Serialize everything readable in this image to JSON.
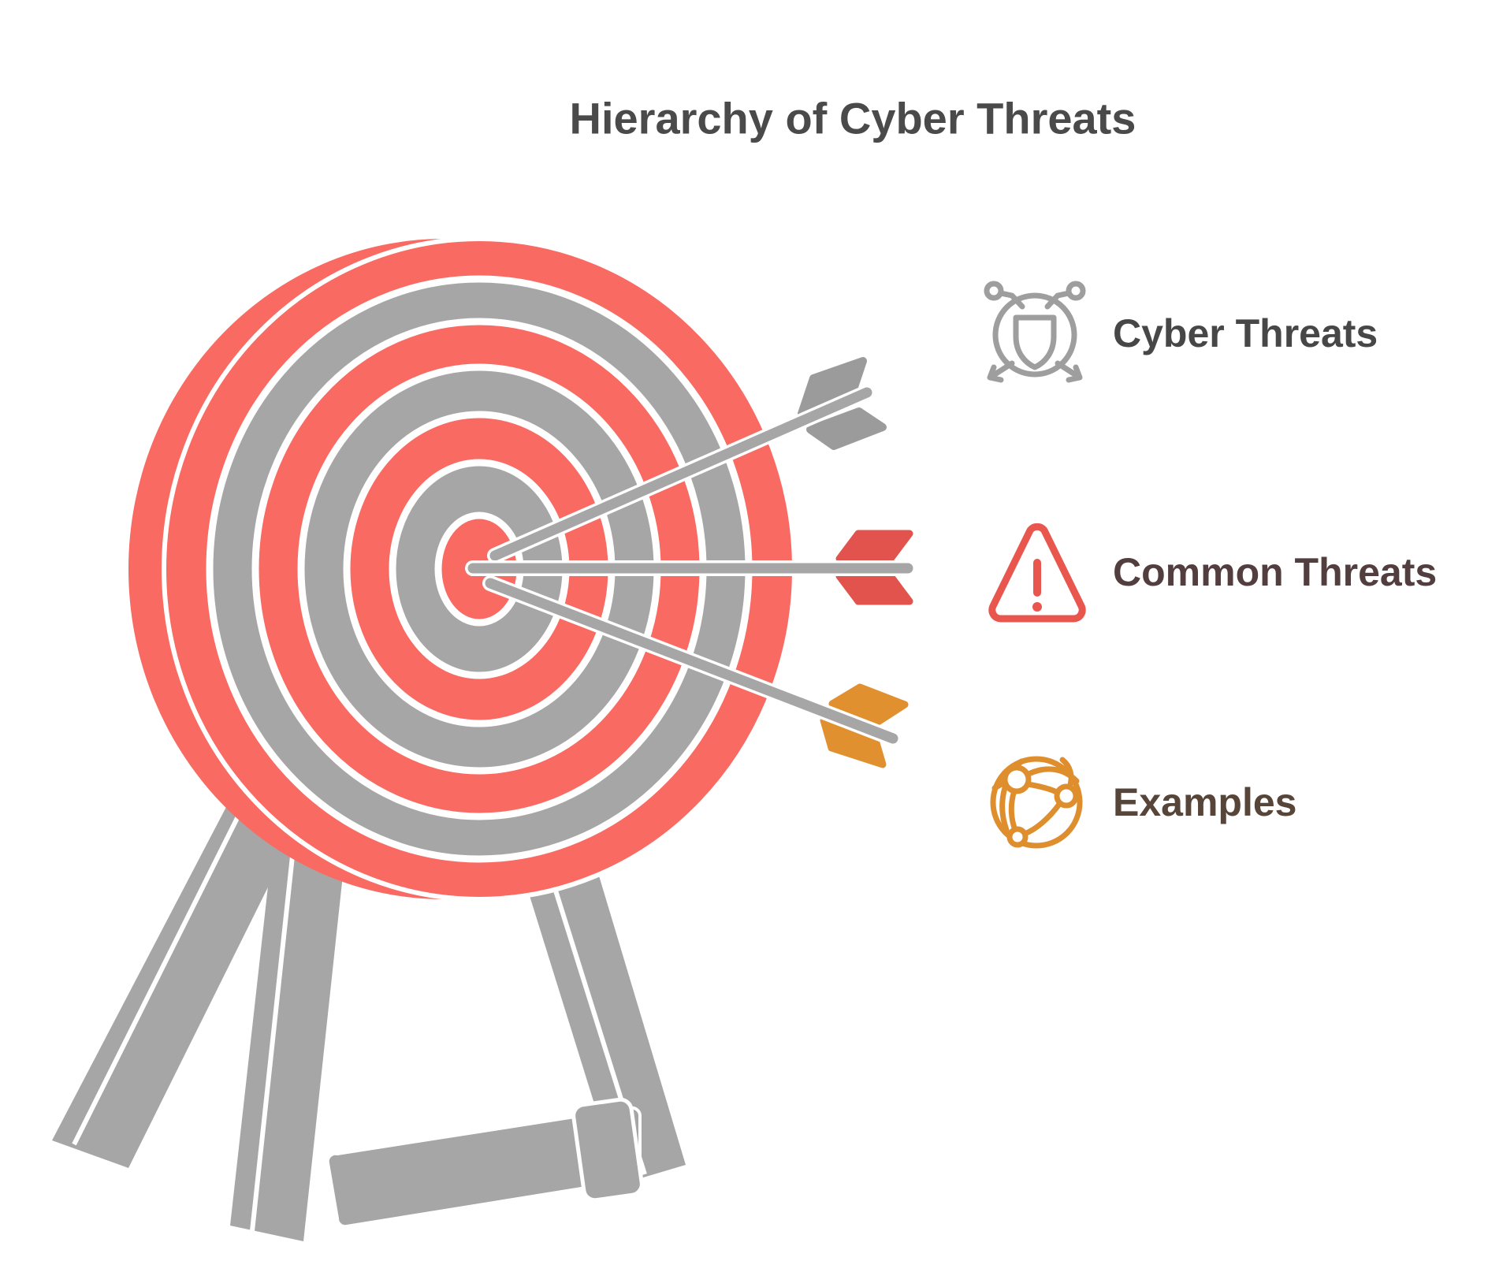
{
  "title": "Hierarchy of Cyber Threats",
  "legend": {
    "items": [
      {
        "label": "Cyber Threats",
        "icon": "shield-network-icon",
        "icon_color": "#9E9E9E",
        "label_color": "#474747"
      },
      {
        "label": "Common Threats",
        "icon": "warning-triangle-icon",
        "icon_color": "#E8564E",
        "label_color": "#533E3F"
      },
      {
        "label": "Examples",
        "icon": "globe-network-icon",
        "icon_color": "#DF8E2E",
        "label_color": "#564538"
      }
    ]
  },
  "illustration": {
    "description": "Archery target on a wooden stand with three arrows hitting the bullseye",
    "target_red": "#F96A62",
    "target_gray": "#A6A6A6",
    "ring_separator": "#FFFFFF",
    "stand_color": "#A6A6A6",
    "arrow_shaft_color": "#A6A6A6",
    "arrows": [
      {
        "name": "top-arrow",
        "fletching_color": "#9B9B9B"
      },
      {
        "name": "middle-arrow",
        "fletching_color": "#E2534E"
      },
      {
        "name": "bottom-arrow",
        "fletching_color": "#E0902F"
      }
    ],
    "background_color": "#FFFFFF"
  }
}
